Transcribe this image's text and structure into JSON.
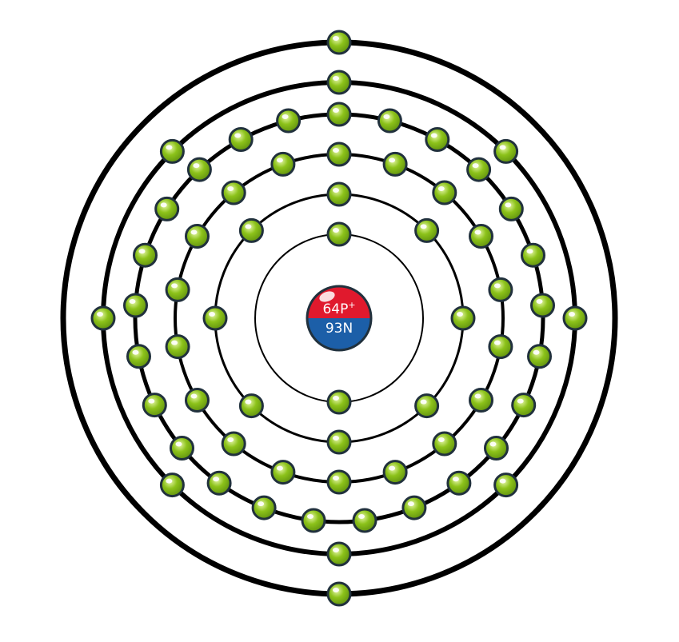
{
  "nucleus": {
    "protons_label": "64P",
    "protons_superscript": "+",
    "neutrons_label": "93N",
    "proton_color": "#e0192d",
    "neutron_color": "#1c5fa8"
  },
  "shells": [
    {
      "electrons": 2
    },
    {
      "electrons": 8
    },
    {
      "electrons": 18
    },
    {
      "electrons": 25
    },
    {
      "electrons": 8
    },
    {
      "electrons": 2
    }
  ],
  "colors": {
    "electron_fill": "#8cc21a",
    "electron_highlight": "#e6f7a8",
    "electron_outline": "#21313d",
    "orbit_stroke": "#000000"
  }
}
